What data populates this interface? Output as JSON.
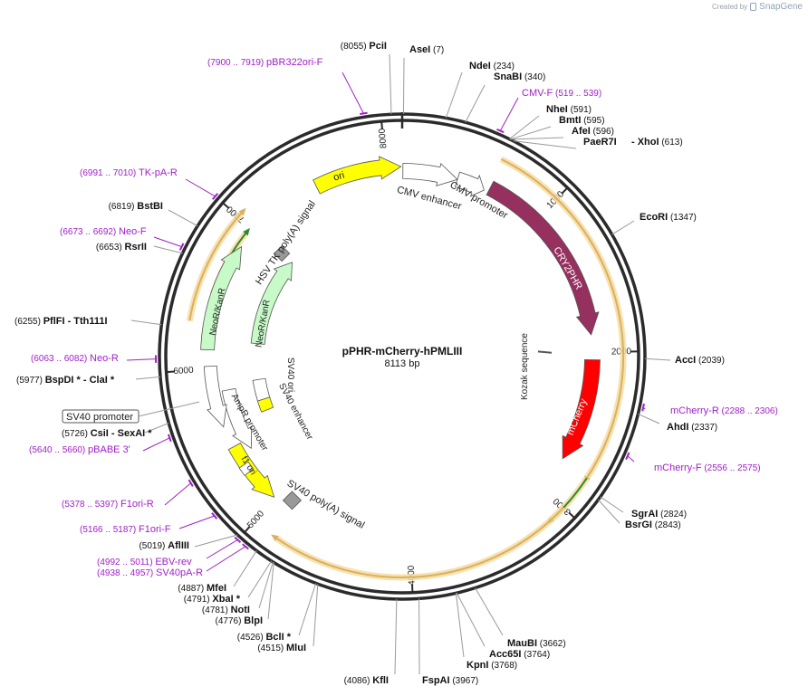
{
  "header": {
    "credit_prefix": "Created by",
    "brand": "SnapGene"
  },
  "plasmid": {
    "name": "pPHR-mCherry-hPMLIII",
    "length": 8113,
    "length_label": "8113 bp"
  },
  "colors": {
    "backbone": "#2b2b2b",
    "site_line": "#9a9a9a",
    "primer": "#a020c8",
    "ori": "#ffff00",
    "cmv": "#ffffff",
    "cry2phr": "#96305f",
    "mcherry": "#ff0000",
    "neokan": "#c8fac8",
    "ampr": "#ffffff",
    "sv40ori": "#ffff00",
    "orf_fill": "#d8b060",
    "orf_glow": "#f7dca0",
    "orf_green": "#2d8a2d"
  },
  "ticks": [
    "1000",
    "2000",
    "3000",
    "4000",
    "5000",
    "6000",
    "7000",
    "8000"
  ],
  "sites": [
    {
      "name": "PciI",
      "pos": "8055"
    },
    {
      "name": "AseI",
      "pos": "7"
    },
    {
      "name": "NdeI",
      "pos": "234"
    },
    {
      "name": "SnaBI",
      "pos": "340"
    },
    {
      "name": "NheI",
      "pos": "591"
    },
    {
      "name": "BmtI",
      "pos": "595"
    },
    {
      "name": "AfeI",
      "pos": "596"
    },
    {
      "name": "PaeR7I",
      "pos": ""
    },
    {
      "name": "- XhoI",
      "pos": "613"
    },
    {
      "name": "EcoRI",
      "pos": "1347"
    },
    {
      "name": "AccI",
      "pos": "2039"
    },
    {
      "name": "AhdI",
      "pos": "2337"
    },
    {
      "name": "SgrAI",
      "pos": "2824"
    },
    {
      "name": "BsrGI",
      "pos": "2843"
    },
    {
      "name": "MauBI",
      "pos": "3662"
    },
    {
      "name": "Acc65I",
      "pos": "3764"
    },
    {
      "name": "KpnI",
      "pos": "3768"
    },
    {
      "name": "FspAI",
      "pos": "3967"
    },
    {
      "name": "KflI",
      "pos": "4086"
    },
    {
      "name": "MluI",
      "pos": "4515"
    },
    {
      "name": "BclI *",
      "pos": "4526"
    },
    {
      "name": "BlpI",
      "pos": "4776"
    },
    {
      "name": "NotI",
      "pos": "4781"
    },
    {
      "name": "XbaI *",
      "pos": "4791"
    },
    {
      "name": "MfeI",
      "pos": "4887"
    },
    {
      "name": "AflIII",
      "pos": "5019"
    },
    {
      "name": "CsiI",
      "pos": "5726"
    },
    {
      "name": "- SexAI *",
      "pos": ""
    },
    {
      "name": "BspDI *",
      "pos": "5977"
    },
    {
      "name": "- ClaI *",
      "pos": ""
    },
    {
      "name": "PflFI",
      "pos": "6255"
    },
    {
      "name": "- Tth111I",
      "pos": ""
    },
    {
      "name": "RsrII",
      "pos": "6653"
    },
    {
      "name": "BstBI",
      "pos": "6819"
    }
  ],
  "primers": [
    {
      "name": "pBR322ori-F",
      "range": "(7900 .. 7919)"
    },
    {
      "name": "CMV-F",
      "range": "(519 .. 539)"
    },
    {
      "name": "TK-pA-R",
      "range": "(6991 .. 7010)"
    },
    {
      "name": "Neo-F",
      "range": "(6673 .. 6692)"
    },
    {
      "name": "Neo-R",
      "range": "(6063 .. 6082)"
    },
    {
      "name": "pBABE 3'",
      "range": "(5640 .. 5660)"
    },
    {
      "name": "F1ori-R",
      "range": "(5378 .. 5397)"
    },
    {
      "name": "F1ori-F",
      "range": "(5166 .. 5187)"
    },
    {
      "name": "EBV-rev",
      "range": "(4992 .. 5011)"
    },
    {
      "name": "SV40pA-R",
      "range": "(4938 .. 4957)"
    },
    {
      "name": "mCherry-R",
      "range": "(2288 .. 2306)"
    },
    {
      "name": "mCherry-F",
      "range": "(2556 .. 2575)"
    }
  ],
  "features": {
    "ori": "ori",
    "cmv_enhancer": "CMV enhancer",
    "cmv_promoter": "CMV promoter",
    "cry2phr": "CRY2PHR",
    "kozak": "Kozak sequence",
    "mcherry": "mCherry",
    "neokan": "NeoR/KanR",
    "hsv_tk": "HSV TK poly(A) signal",
    "sv40_ori": "SV40 ori",
    "sv40_enh": "SV40 enhancer",
    "ampr_promoter": "AmpR promoter",
    "sv40_promoter": "SV40 promoter",
    "f1_ori": "f1 ori",
    "sv40_polya": "SV40 poly(A) signal"
  }
}
